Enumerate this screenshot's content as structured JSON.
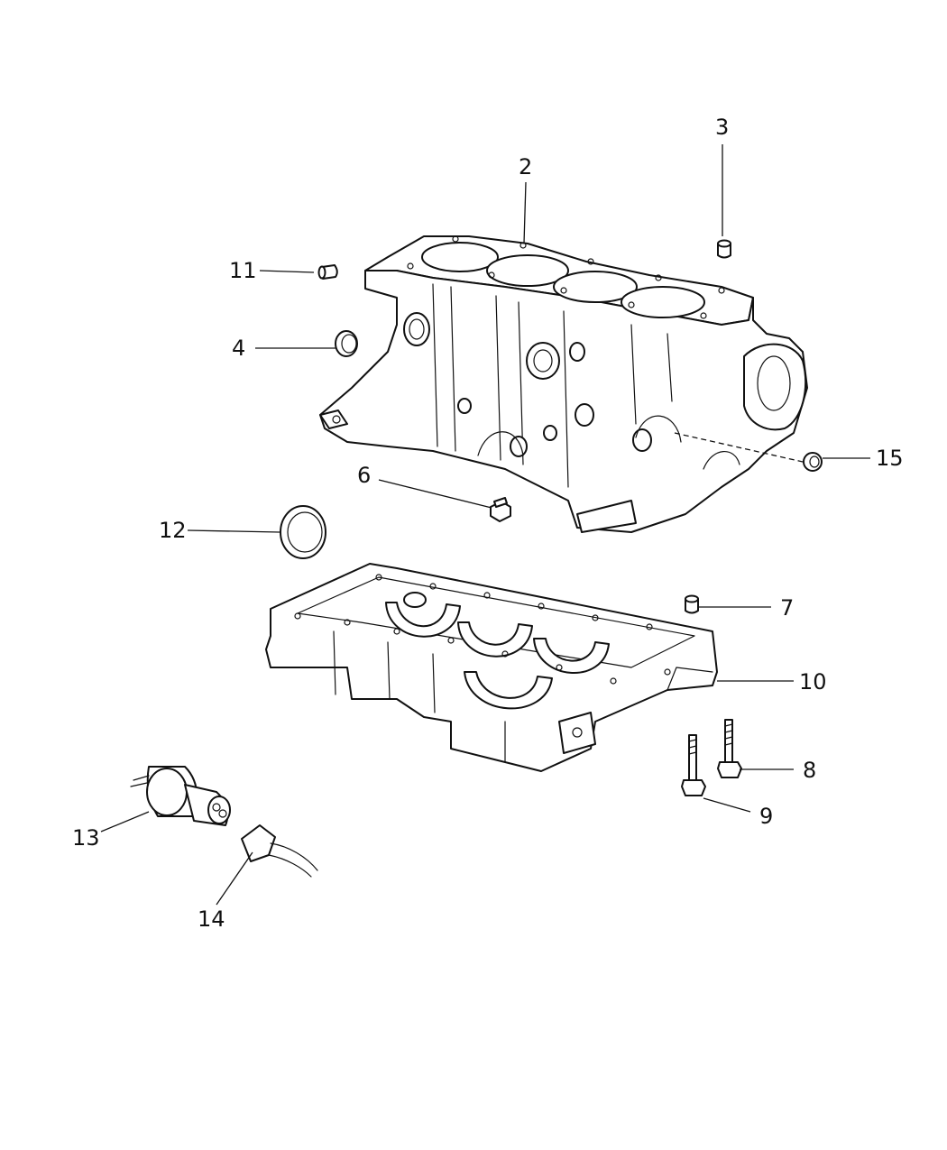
{
  "callouts": {
    "c2": "2",
    "c3": "3",
    "c4": "4",
    "c6": "6",
    "c7": "7",
    "c8": "8",
    "c9": "9",
    "c10": "10",
    "c11": "11",
    "c12": "12",
    "c13": "13",
    "c14": "14",
    "c15": "15"
  }
}
